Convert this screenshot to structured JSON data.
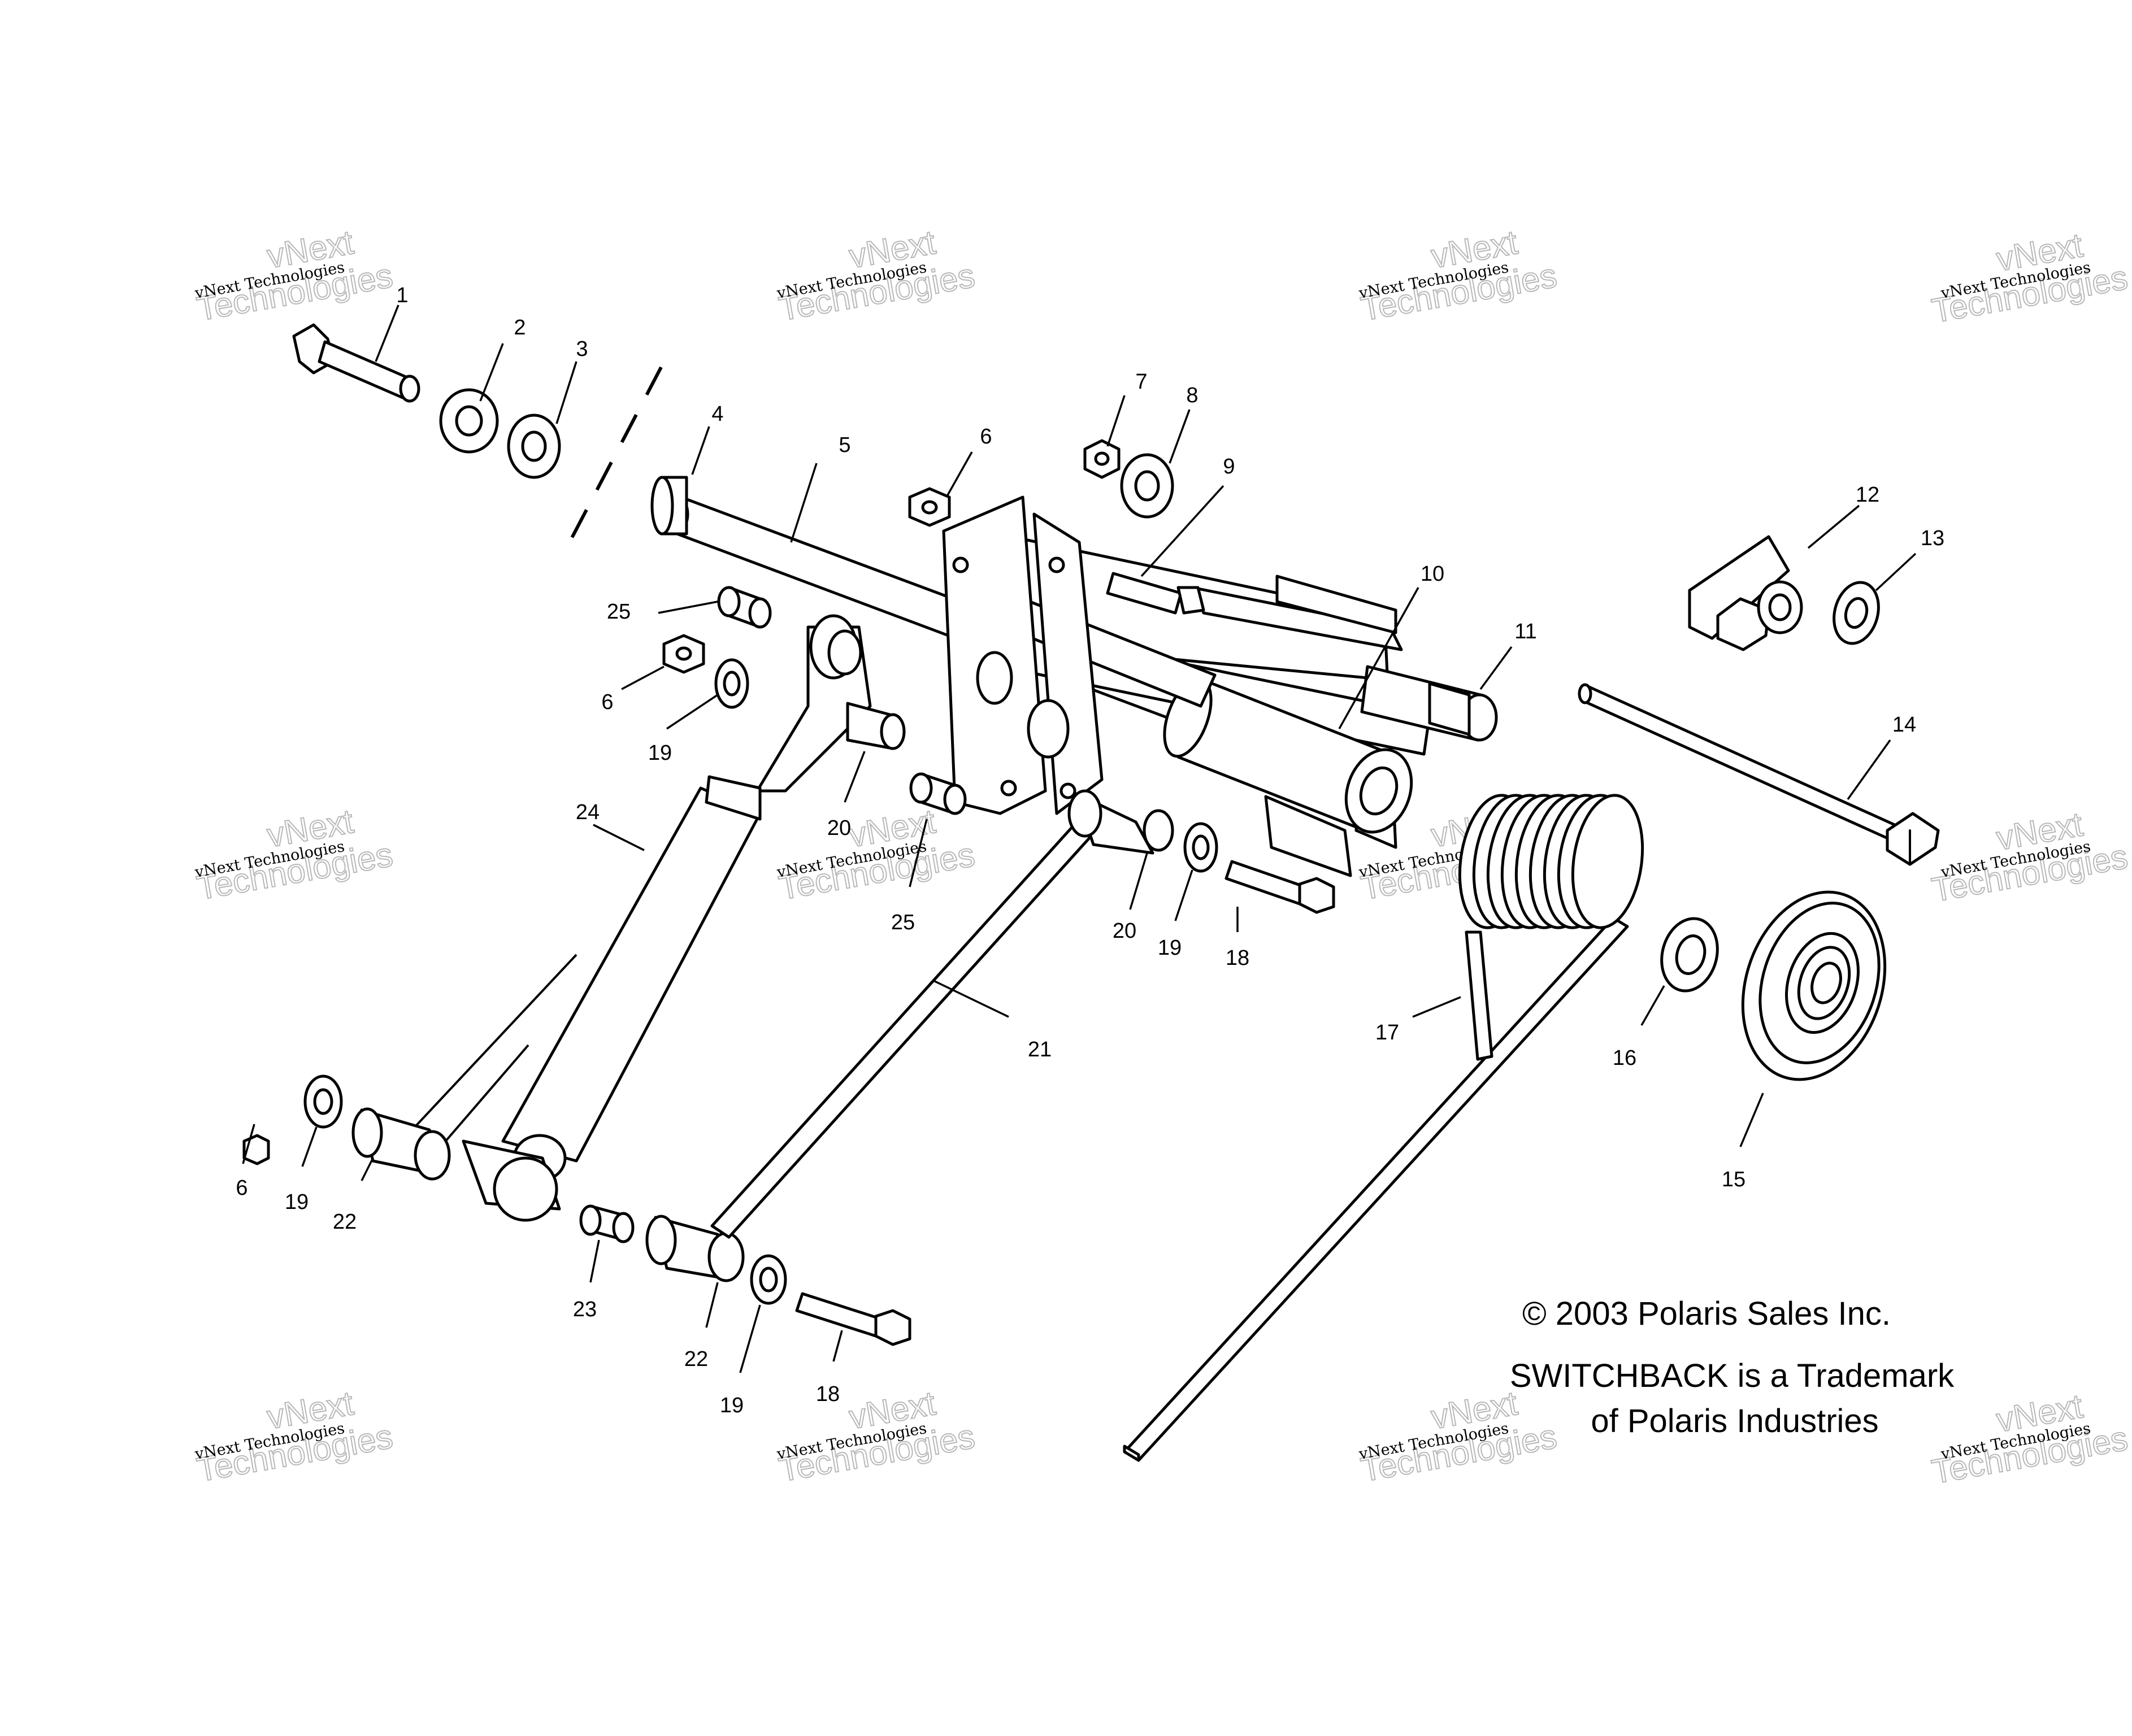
{
  "callouts": [
    {
      "id": "1",
      "label": "1"
    },
    {
      "id": "2",
      "label": "2"
    },
    {
      "id": "3",
      "label": "3"
    },
    {
      "id": "4",
      "label": "4"
    },
    {
      "id": "5",
      "label": "5"
    },
    {
      "id": "6a",
      "label": "6"
    },
    {
      "id": "7",
      "label": "7"
    },
    {
      "id": "8",
      "label": "8"
    },
    {
      "id": "9",
      "label": "9"
    },
    {
      "id": "10",
      "label": "10"
    },
    {
      "id": "11",
      "label": "11"
    },
    {
      "id": "12",
      "label": "12"
    },
    {
      "id": "13",
      "label": "13"
    },
    {
      "id": "14",
      "label": "14"
    },
    {
      "id": "25a",
      "label": "25"
    },
    {
      "id": "6b",
      "label": "6"
    },
    {
      "id": "19a",
      "label": "19"
    },
    {
      "id": "24",
      "label": "24"
    },
    {
      "id": "20a",
      "label": "20"
    },
    {
      "id": "25b",
      "label": "25"
    },
    {
      "id": "20b",
      "label": "20"
    },
    {
      "id": "19b",
      "label": "19"
    },
    {
      "id": "18a",
      "label": "18"
    },
    {
      "id": "17",
      "label": "17"
    },
    {
      "id": "16",
      "label": "16"
    },
    {
      "id": "15",
      "label": "15"
    },
    {
      "id": "21",
      "label": "21"
    },
    {
      "id": "6c",
      "label": "6"
    },
    {
      "id": "19c",
      "label": "19"
    },
    {
      "id": "22a",
      "label": "22"
    },
    {
      "id": "23",
      "label": "23"
    },
    {
      "id": "22b",
      "label": "22"
    },
    {
      "id": "19d",
      "label": "19"
    },
    {
      "id": "18b",
      "label": "18"
    }
  ],
  "copyright": {
    "line1": "© 2003 Polaris Sales Inc.",
    "line2": "SWITCHBACK is a Trademark",
    "line3": "of Polaris Industries"
  },
  "watermark": {
    "small": "vNext Technologies",
    "big_top": "vNext",
    "big_bottom": "Technologies"
  }
}
